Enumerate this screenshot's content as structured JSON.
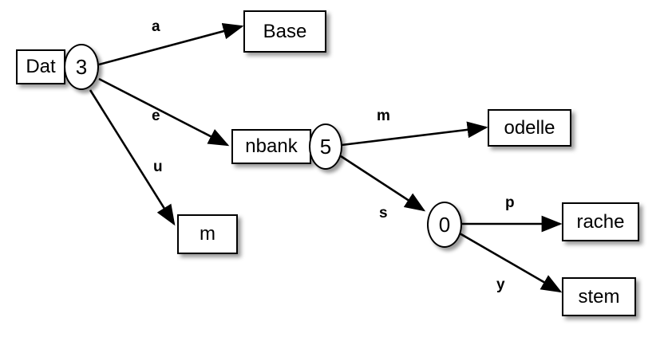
{
  "diagram": {
    "title": "trie-like labelled graph",
    "background_color": "#ffffff",
    "stroke_color": "#000000",
    "fill_color": "#ffffff",
    "nodes": [
      {
        "id": "dat",
        "kind": "composite",
        "box_label": "Dat",
        "pill_label": "3"
      },
      {
        "id": "nbank",
        "kind": "composite",
        "box_label": "nbank",
        "pill_label": "5"
      },
      {
        "id": "zero",
        "kind": "pill",
        "pill_label": "0"
      },
      {
        "id": "base",
        "kind": "box",
        "box_label": "Base"
      },
      {
        "id": "m",
        "kind": "box",
        "box_label": "m"
      },
      {
        "id": "odelle",
        "kind": "box",
        "box_label": "odelle"
      },
      {
        "id": "rache",
        "kind": "box",
        "box_label": "rache"
      },
      {
        "id": "stem",
        "kind": "box",
        "box_label": "stem"
      }
    ],
    "edges": [
      {
        "from": "dat",
        "to": "base",
        "label": "a"
      },
      {
        "from": "dat",
        "to": "nbank",
        "label": "e"
      },
      {
        "from": "dat",
        "to": "m",
        "label": "u"
      },
      {
        "from": "nbank",
        "to": "odelle",
        "label": "m"
      },
      {
        "from": "nbank",
        "to": "zero",
        "label": "s"
      },
      {
        "from": "zero",
        "to": "rache",
        "label": "p"
      },
      {
        "from": "zero",
        "to": "stem",
        "label": "y"
      }
    ],
    "labels": {
      "a": "a",
      "e": "e",
      "u": "u",
      "m": "m",
      "s": "s",
      "p": "p",
      "y": "y"
    },
    "node_text": {
      "dat_box": "Dat",
      "dat_pill": "3",
      "nbank_box": "nbank",
      "nbank_pill": "5",
      "zero_pill": "0",
      "base": "Base",
      "m_leaf": "m",
      "odelle": "odelle",
      "rache": "rache",
      "stem": "stem"
    }
  }
}
